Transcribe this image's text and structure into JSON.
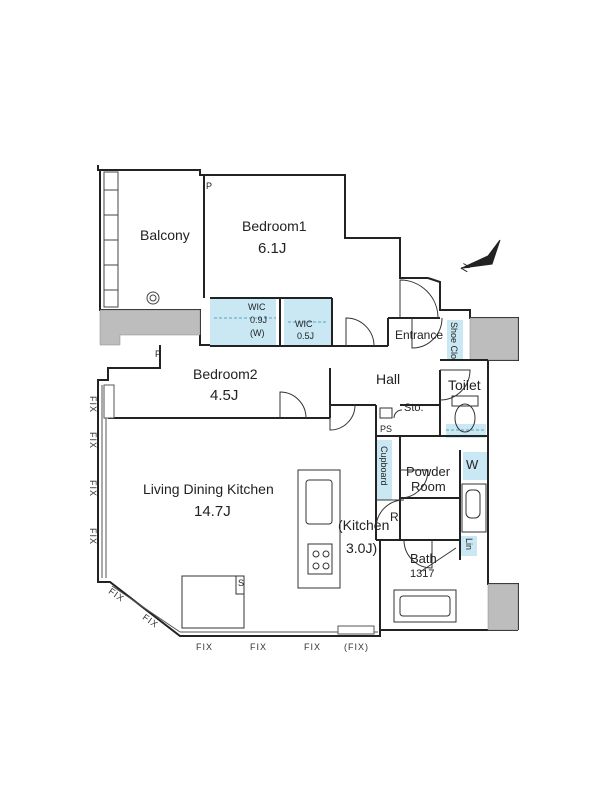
{
  "rooms": {
    "balcony": "Balcony",
    "bedroom1": {
      "name": "Bedroom1",
      "area": "6.1J"
    },
    "bedroom2": {
      "name": "Bedroom2",
      "area": "4.5J"
    },
    "ldk": {
      "name": "Living Dining Kitchen",
      "area": "14.7J"
    },
    "kitchen": {
      "name": "(Kitchen",
      "area": "3.0J)"
    },
    "hall": "Hall",
    "entrance": "Entrance",
    "toilet": "Toilet",
    "powder": {
      "line1": "Powder",
      "line2": "Room"
    },
    "bath": {
      "name": "Bath",
      "size": "1317"
    },
    "sto": "Sto.",
    "shoe_clo": "Shoe Clo",
    "cupboard": "Cupboard",
    "lin": "Lin",
    "wic1": {
      "name": "WIC",
      "area": "0.9J",
      "tag": "(W)"
    },
    "wic2": {
      "name": "WIC",
      "area": "0.5J"
    }
  },
  "marks": {
    "p": "P",
    "ps": "PS",
    "r": "R",
    "w": "W",
    "s": "S"
  },
  "fix": {
    "label": "FIX",
    "bottom": [
      "FIX",
      "FIX",
      "FIX",
      "(FIX)"
    ]
  },
  "compass": "N",
  "colors": {
    "wall": "#222222",
    "storage": "#c9e8f3",
    "storage_line": "#5aa0c0"
  }
}
